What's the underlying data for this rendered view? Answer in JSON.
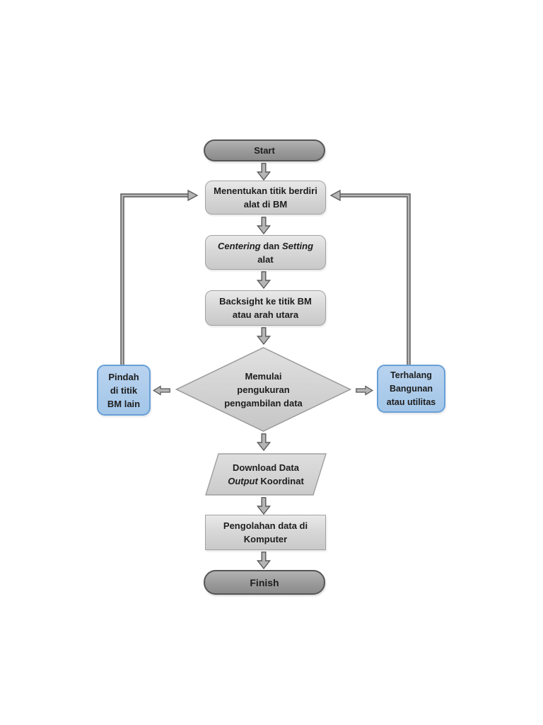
{
  "diagram": {
    "type": "flowchart",
    "nodes": {
      "start": {
        "label": "Start"
      },
      "step1": {
        "lines": [
          [
            {
              "t": "Menentukan titik berdiri"
            }
          ],
          [
            {
              "t": "alat di BM"
            }
          ]
        ]
      },
      "step2": {
        "lines": [
          [
            {
              "t": "Centering",
              "i": true
            },
            {
              "t": " dan "
            },
            {
              "t": "Setting",
              "i": true
            }
          ],
          [
            {
              "t": "alat"
            }
          ]
        ]
      },
      "step3": {
        "lines": [
          [
            {
              "t": "Backsight ke titik BM"
            }
          ],
          [
            {
              "t": "atau arah utara"
            }
          ]
        ]
      },
      "decision": {
        "lines": [
          [
            {
              "t": "Memulai"
            }
          ],
          [
            {
              "t": "pengukuran"
            }
          ],
          [
            {
              "t": "pengambilan data"
            }
          ]
        ]
      },
      "left_box": {
        "lines": [
          [
            {
              "t": "Pindah"
            }
          ],
          [
            {
              "t": "di titik"
            }
          ],
          [
            {
              "t": "BM lain"
            }
          ]
        ]
      },
      "right_box": {
        "lines": [
          [
            {
              "t": "Terhalang"
            }
          ],
          [
            {
              "t": "Bangunan"
            }
          ],
          [
            {
              "t": "atau utilitas"
            }
          ]
        ]
      },
      "io": {
        "lines": [
          [
            {
              "t": "Download Data"
            }
          ],
          [
            {
              "t": "Output",
              "i": true
            },
            {
              "t": " Koordinat"
            }
          ]
        ]
      },
      "process": {
        "lines": [
          [
            {
              "t": "Pengolahan data di"
            }
          ],
          [
            {
              "t": "Komputer"
            }
          ]
        ]
      },
      "finish": {
        "label": "Finish"
      }
    },
    "edges": [
      "start->step1",
      "step1->step2",
      "step2->step3",
      "step3->decision",
      "decision->left_box",
      "decision->right_box",
      "decision->io",
      "io->process",
      "process->finish",
      "left_box->step1 (loop)",
      "right_box->step1 (loop)"
    ]
  },
  "colors": {
    "text": "#1d1d1d",
    "terminator_fill": "#9a9a9a",
    "terminator_border": "#565656",
    "process_fill": "#d8d8d8",
    "process_border": "#a2a2a2",
    "blue_fill": "#a9c9ea",
    "blue_border": "#68a0d8",
    "arrow_fill": "#b5b5b5",
    "arrow_outline": "#5a5a5a",
    "background": "#ffffff"
  }
}
